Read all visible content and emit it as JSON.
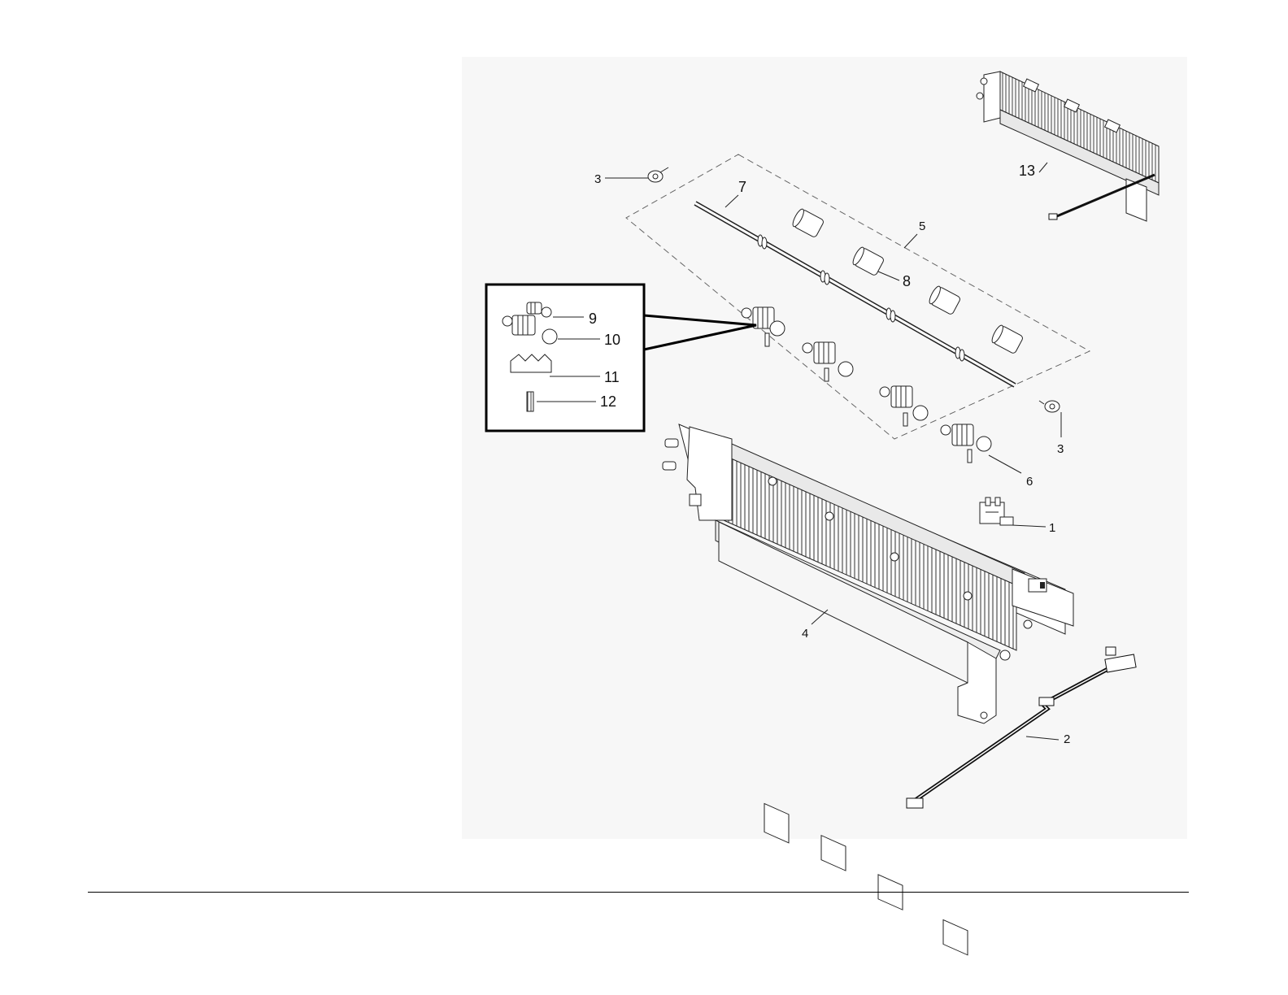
{
  "diagram": {
    "callouts": {
      "c1": "1",
      "c2": "2",
      "c3a": "3",
      "c3b": "3",
      "c4": "4",
      "c5": "5",
      "c6": "6",
      "c7": "7",
      "c8": "8",
      "c9": "9",
      "c10": "10",
      "c11": "11",
      "c12": "12",
      "c13": "13"
    },
    "parts": [
      {
        "name": "sensor-bracket-icon"
      },
      {
        "name": "wire-harness-icon"
      },
      {
        "name": "bearing-icon"
      },
      {
        "name": "chute-frame-icon"
      },
      {
        "name": "roller-assembly-icon"
      },
      {
        "name": "pinch-roller-holder-icon"
      },
      {
        "name": "roller-shaft-icon"
      },
      {
        "name": "roller-sleeve-icon"
      },
      {
        "name": "spring-icon"
      },
      {
        "name": "chute-assembly-icon"
      }
    ]
  }
}
